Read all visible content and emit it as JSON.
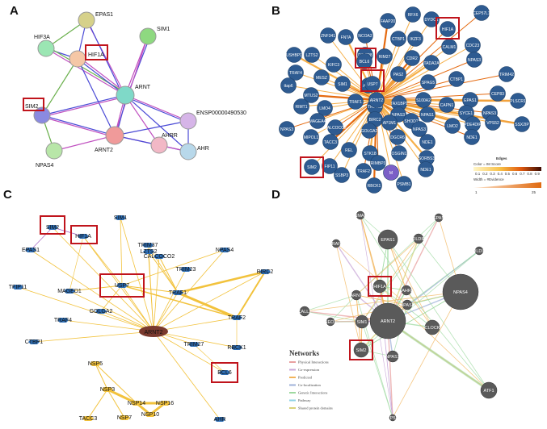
{
  "panels": {
    "a": {
      "label": "A",
      "nodes": [
        "EPAS1",
        "HIF3A",
        "HIF1A",
        "SIM1",
        "ARNT",
        "SIM2",
        "ENSP00000490530",
        "ARNT2",
        "NPAS4",
        "AHRR",
        "AHR"
      ]
    },
    "b": {
      "label": "B",
      "nodes": [
        "FAAP20",
        "RFX6",
        "DYDC1",
        "CEP57L1",
        "ZNF341",
        "FNTA",
        "NCOA2",
        "CTBP1",
        "IKZF3",
        "HIF1A",
        "USHBP1",
        "LZTS2",
        "DGCR8",
        "BCL6",
        "RIM27",
        "CDR2",
        "CALM1",
        "CDC23",
        "NPAS3",
        "KIFC3",
        "TADA2A",
        "TRIM42",
        "TRAF4",
        "MESZ",
        "SIM1",
        "AP3M",
        "SPAG5",
        "CTBP1",
        "PAS2",
        "ttap6",
        "MTUS2",
        "TRIM23",
        "TRAF1",
        "USP7",
        "S100A2",
        "EPAS1",
        "CEP83",
        "RIMT1",
        "LMO4",
        "ARNT2",
        "TAX1BP1",
        "CAPN1",
        "NPAS3",
        "PLSCR1",
        "SYCE1",
        "NPAS3",
        "VPS52",
        "MAGEA4",
        "CALCOCO2",
        "BIRC2",
        "SHOD2",
        "NPAS1",
        "PDE4DIP",
        "SSX2IP",
        "NPAS3",
        "AP1M1",
        "GOLGA2",
        "NPAS3",
        "LMO2",
        "MIPOL1",
        "TACC3",
        "DGCR6",
        "NDE1",
        "NDE1",
        "REL",
        "STK18",
        "OSGIN1",
        "SIM2",
        "FIP11",
        "RIMBP3",
        "SORBS3",
        "SSBP3",
        "TRAF2",
        "M",
        "NDE1",
        "RBCK1",
        "PSMB1"
      ],
      "legend": {
        "edges_title": "Edges",
        "color_caption": "Color = IM Score",
        "width_caption": "Width = #Evidence",
        "ticks": [
          "0.1",
          "0.2",
          "0.3",
          "0.4",
          "0.5",
          "0.6",
          "0.7",
          "0.8",
          "0.9"
        ],
        "width_min": "1",
        "width_max": "25"
      }
    },
    "c": {
      "label": "C",
      "nodes": [
        "SIM1",
        "SIM2",
        "HIF1A",
        "TRIM37",
        "NPAS4",
        "EPAS1",
        "LZTS2",
        "CALCOCO2",
        "TRIM23",
        "BIRC2",
        "TFIP11",
        "MAGED1",
        "USP7",
        "TRAF1",
        "GOLGA2",
        "TRAF4",
        "TRAF2",
        "ARNT2",
        "TRIM27",
        "RBCK1",
        "CTBP1",
        "NSP5",
        "NSP3",
        "NSP14",
        "NSP16",
        "BCL6",
        "TACC3",
        "NSP7",
        "NSP10",
        "AHR"
      ]
    },
    "d": {
      "label": "D",
      "nodes": [
        "PNMA5A",
        "TSPAN3",
        "TRAF4",
        "EPAS1",
        "POLDIP1",
        "POLDIP3",
        "HIF1A",
        "CALL2",
        "ARNT",
        "AHR",
        "NPAS3",
        "NPAS4",
        "ARNT2",
        "NEO1",
        "SIM1",
        "CLOCK",
        "SIM2",
        "NPAS1",
        "ATF1",
        "TP53"
      ],
      "legend": {
        "title": "Networks",
        "items": [
          {
            "label": "Physical Interactions",
            "color": "#e8a0a0"
          },
          {
            "label": "Co-expression",
            "color": "#c9a8d8"
          },
          {
            "label": "Predicted",
            "color": "#f2b45a"
          },
          {
            "label": "Co-localization",
            "color": "#9fb1d9"
          },
          {
            "label": "Genetic Interactions",
            "color": "#9ed9a0"
          },
          {
            "label": "Pathway",
            "color": "#8fd3e6"
          },
          {
            "label": "Shared protein domains",
            "color": "#d9d27a"
          }
        ]
      }
    }
  }
}
